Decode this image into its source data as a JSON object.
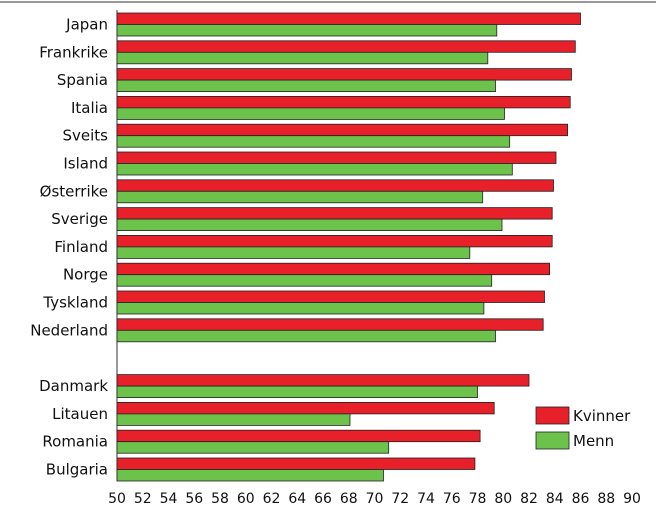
{
  "chart_data": {
    "type": "bar",
    "orientation": "horizontal",
    "categories": [
      "Japan",
      "Frankrike",
      "Spania",
      "Italia",
      "Sveits",
      "Island",
      "Østerrike",
      "Sverige",
      "Finland",
      "Norge",
      "Tyskland",
      "Nederland",
      "Danmark",
      "Litauen",
      "Romania",
      "Bulgaria"
    ],
    "group_break_after": "Nederland",
    "series": [
      {
        "name": "Kvinner",
        "color": "#e8202a",
        "values": [
          86.0,
          85.6,
          85.3,
          85.2,
          85.0,
          84.1,
          83.9,
          83.8,
          83.8,
          83.6,
          83.2,
          83.1,
          82.0,
          79.3,
          78.2,
          77.8
        ]
      },
      {
        "name": "Menn",
        "color": "#6cc24a",
        "values": [
          79.5,
          78.8,
          79.4,
          80.1,
          80.5,
          80.7,
          78.4,
          79.9,
          77.4,
          79.1,
          78.5,
          79.4,
          78.0,
          68.1,
          71.1,
          70.7
        ]
      }
    ],
    "xlim": [
      50,
      90
    ],
    "xticks": [
      "50",
      "52",
      "54",
      "56",
      "58",
      "60",
      "62",
      "64",
      "66",
      "68",
      "70",
      "72",
      "74",
      "76",
      "78",
      "80",
      "82",
      "84",
      "86",
      "88",
      "90"
    ],
    "grid": false,
    "legend_position": "bottom-right"
  }
}
